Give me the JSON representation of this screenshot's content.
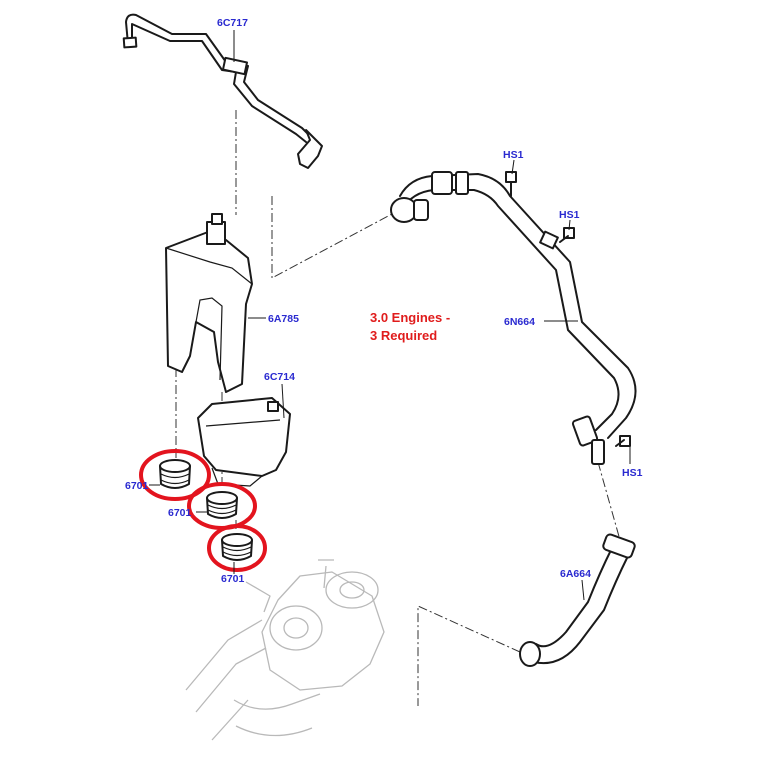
{
  "colors": {
    "callout": "#2a2ad0",
    "note": "#e01c1c",
    "highlight": "#e3141e",
    "line": "#1a1a1a",
    "ghost": "#b9b9b9"
  },
  "callouts": {
    "vent_tube": "6C717",
    "oil_separator": "6A785",
    "housing": "6C714",
    "cap_1": "6701",
    "cap_2": "6701",
    "cap_3": "6701",
    "hs1_top": "HS1",
    "hs1_mid": "HS1",
    "hs1_low": "HS1",
    "hose_upper": "6N664",
    "hose_lower": "6A664"
  },
  "note": {
    "line1": "3.0 Engines -",
    "line2": "3 Required"
  }
}
